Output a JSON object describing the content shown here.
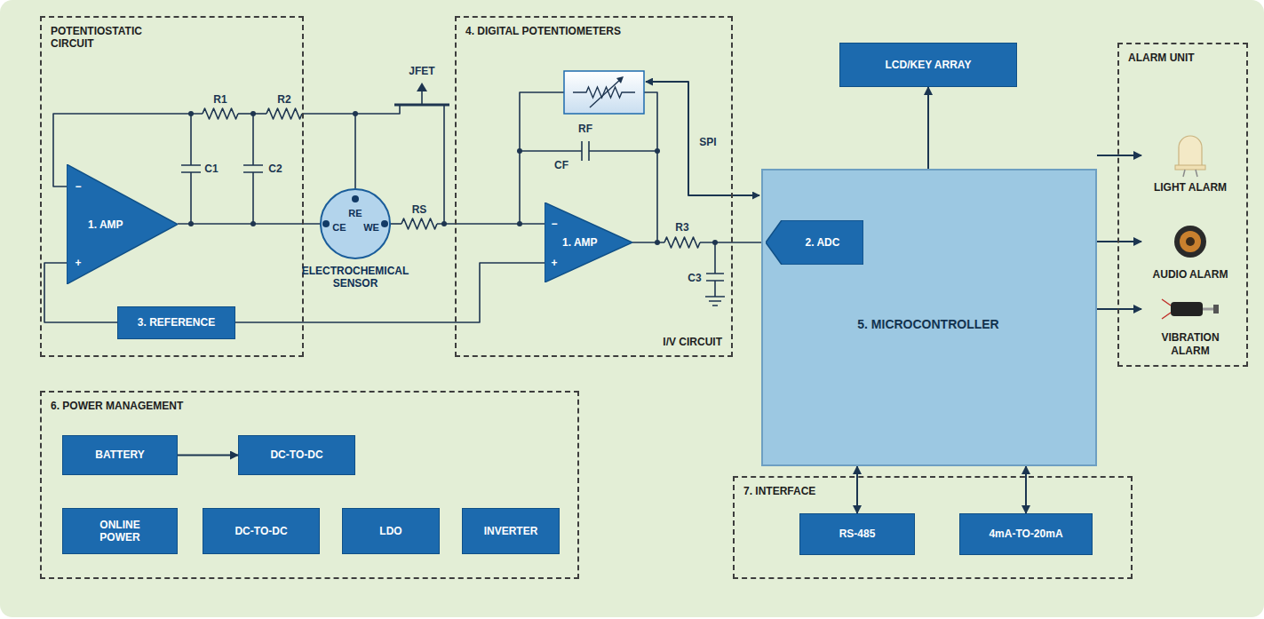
{
  "diagram": {
    "nodes": [
      {
        "text": [
          "POTENTIOSTATIC CIRCUIT"
        ]
      },
      {
        "text": [
          "1. AMP"
        ],
        "in": 0
      },
      {
        "text": [
          "3. REFERENCE"
        ],
        "in": 0
      },
      {
        "text": [
          "RE",
          "CE",
          "WE",
          "ELECTROCHEMICAL SENSOR"
        ]
      },
      {
        "text": [
          "4. DIGITAL POTENTIOMETERS",
          "I/V CIRCUIT"
        ]
      },
      {
        "text": [
          "1. AMP"
        ],
        "in": 4
      },
      {
        "text": [
          "LCD/KEY ARRAY"
        ]
      },
      {
        "text": [
          "5. MICROCONTROLLER"
        ]
      },
      {
        "text": [
          "2. ADC"
        ],
        "in": 7
      },
      {
        "text": [
          "ALARM UNIT"
        ]
      },
      {
        "text": [
          "LIGHT ALARM"
        ],
        "in": 9
      },
      {
        "text": [
          "AUDIO ALARM"
        ],
        "in": 9
      },
      {
        "text": [
          "VIBRATION ALARM"
        ],
        "in": 9
      },
      {
        "text": [
          "6. POWER MANAGEMENT"
        ]
      },
      {
        "text": [
          "BATTERY"
        ],
        "in": 13
      },
      {
        "text": [
          "DC-TO-DC"
        ],
        "in": 13
      },
      {
        "text": [
          "ONLINE POWER"
        ],
        "in": 13
      },
      {
        "text": [
          "DC-TO-DC"
        ],
        "in": 13
      },
      {
        "text": [
          "LDO"
        ],
        "in": 13
      },
      {
        "text": [
          "INVERTER"
        ],
        "in": 13
      },
      {
        "text": [
          "7. INTERFACE"
        ]
      },
      {
        "text": [
          "RS-485"
        ],
        "in": 20
      },
      {
        "text": [
          "4mA-TO-20mA"
        ],
        "in": 20
      }
    ],
    "edges": [
      {
        "from": 7,
        "to": 6,
        "arrow": "to"
      },
      {
        "from": 7,
        "to": 10,
        "arrow": "to"
      },
      {
        "from": 7,
        "to": 11,
        "arrow": "to"
      },
      {
        "from": 7,
        "to": 12,
        "arrow": "to"
      },
      {
        "from": 7,
        "to": 21,
        "arrow": "both"
      },
      {
        "from": 7,
        "to": 22,
        "arrow": "both"
      },
      {
        "from": 14,
        "to": 15,
        "arrow": "to"
      }
    ],
    "labels": [
      "R1",
      "R2",
      "C1",
      "C2",
      "−",
      "+",
      "JFET",
      "RS",
      "RF",
      "CF",
      "−",
      "+",
      "R3",
      "C3",
      "SPI"
    ]
  }
}
